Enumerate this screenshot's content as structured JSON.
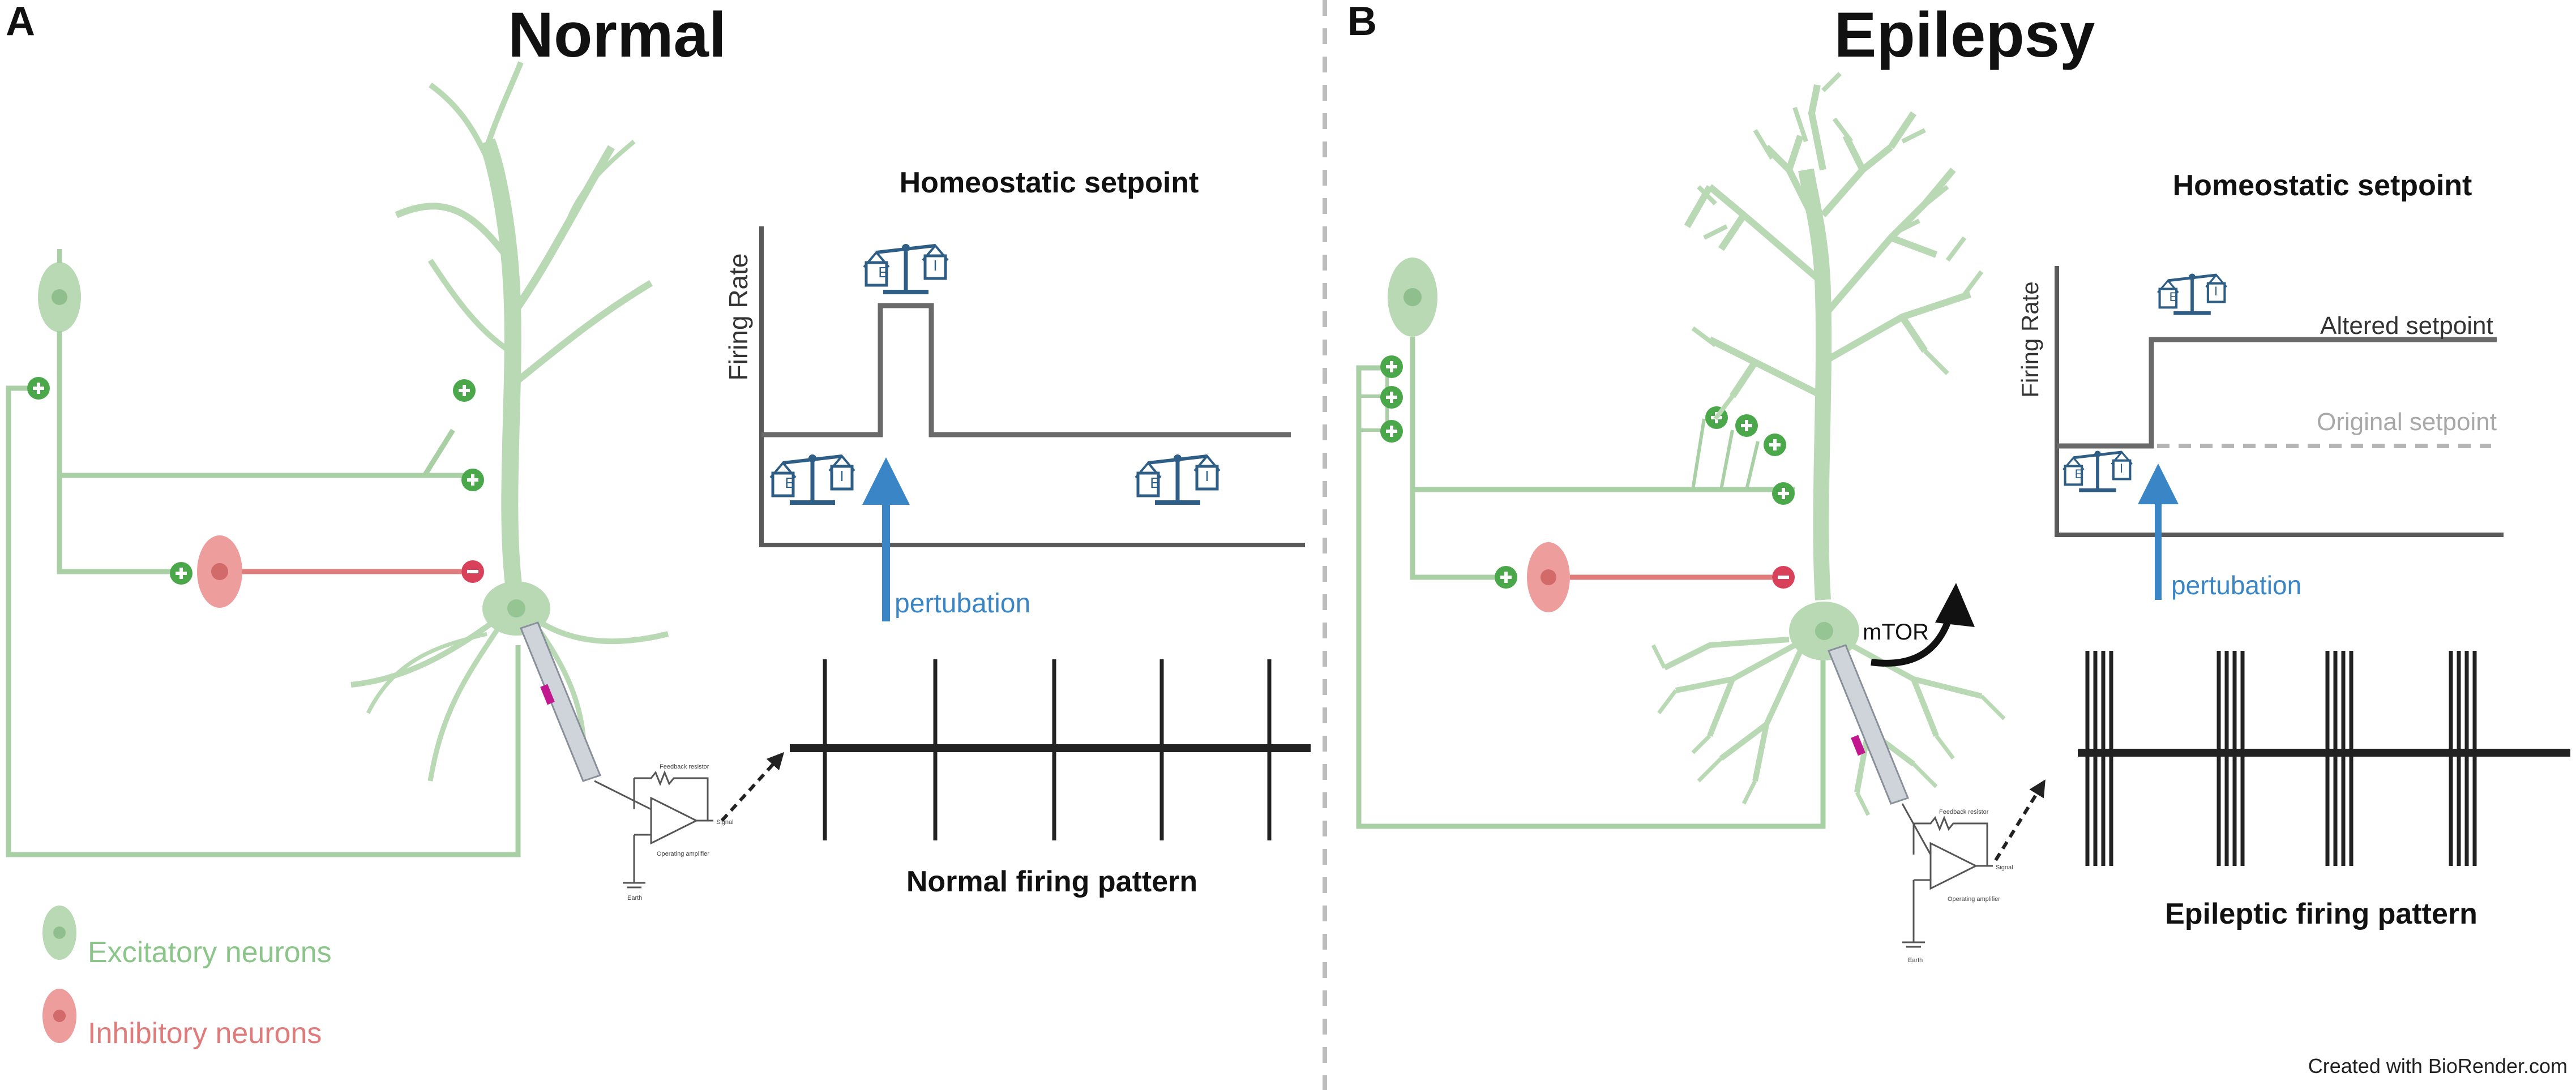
{
  "panel_a": {
    "letter": "A",
    "title": "Normal",
    "graph_title": "Homeostatic setpoint",
    "y_label": "Firing Rate",
    "perturbation": "pertubation",
    "firing_pattern": "Normal firing pattern",
    "legend": {
      "excitatory": "Excitatory neurons",
      "inhibitory": "Inhibitory neurons"
    }
  },
  "panel_b": {
    "letter": "B",
    "title": "Epilepsy",
    "graph_title": "Homeostatic setpoint",
    "y_label": "Firing Rate",
    "altered": "Altered setpoint",
    "original": "Original setpoint",
    "perturbation": "pertubation",
    "firing_pattern": "Epileptic firing pattern",
    "mtor": "mTOR"
  },
  "balance": {
    "left": "E",
    "right": "I"
  },
  "amplifier": {
    "feedback": "Feedback resistor",
    "opamp": "Operating amplifier",
    "signal": "Signal",
    "earth": "Earth"
  },
  "credit": "Created with BioRender.com",
  "colors": {
    "excitatory": "#9bc79b",
    "inhibitory": "#e07b7b",
    "plus_badge": "#4aa84a",
    "minus_badge": "#d9405a",
    "perturbation": "#3a85c5",
    "balance": "#2e5e86",
    "axis": "#5a5a5a"
  }
}
